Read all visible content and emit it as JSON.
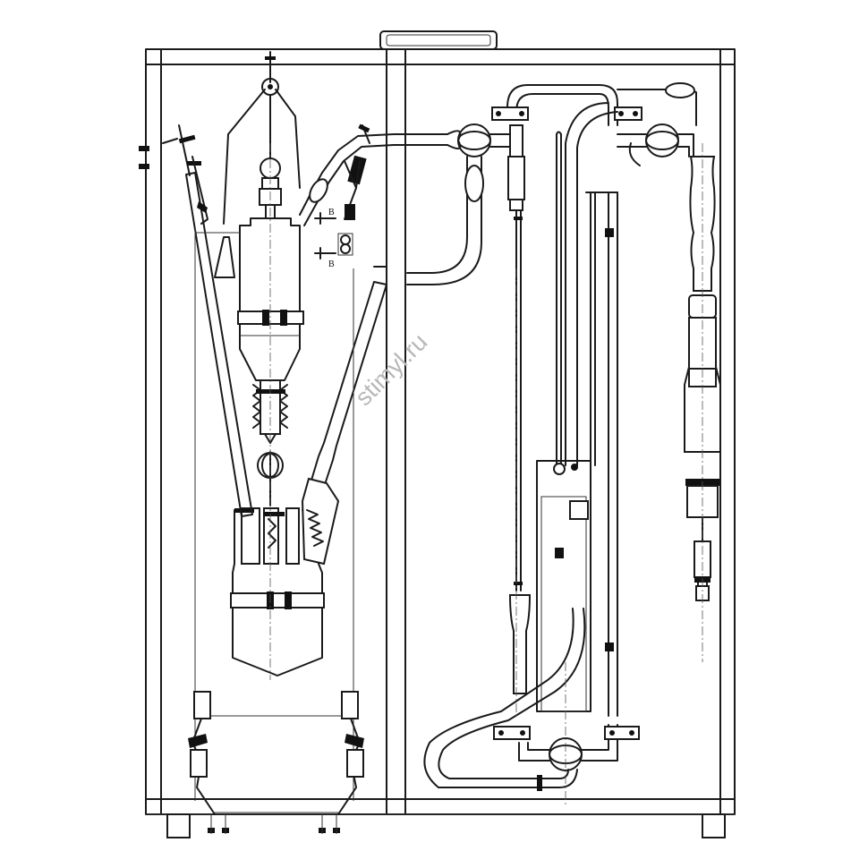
{
  "watermark": "stimyl.ru",
  "labels": {
    "section_top": "B",
    "section_bottom": "B"
  }
}
